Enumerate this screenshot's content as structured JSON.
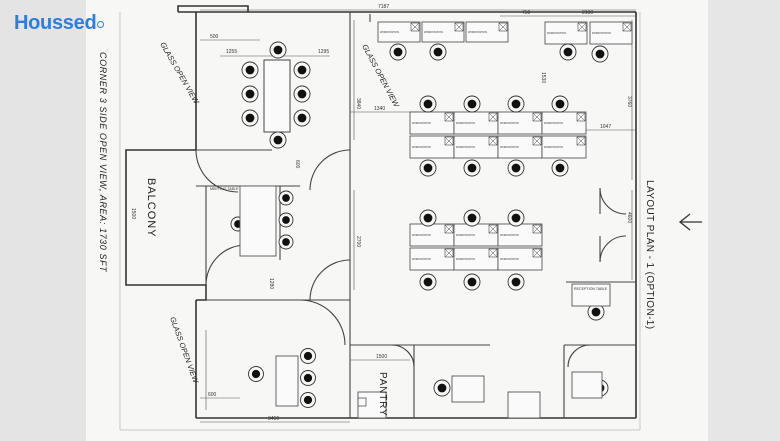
{
  "brand": {
    "name": "Houssed",
    "color": "#2e7de0"
  },
  "plan": {
    "title": "LAYOUT PLAN - 1 (OPTION-1)",
    "side_note": "CORNER 3 SIDE OPEN VIEW, AREA: 1730 SFT",
    "rooms": {
      "balcony": "BALCONY",
      "pantry": "PANTRY"
    },
    "views": {
      "top_left": "GLASS OPEN VIEW",
      "top_center": "GLASS OPEN VIEW",
      "bottom_left": "GLASS OPEN VIEW"
    },
    "dimensions": {
      "top_total": "7187",
      "top_right_a": "750",
      "top_right_b": "2100",
      "left_a": "500",
      "left_b": "1255",
      "left_c": "1295",
      "mid_a": "1340",
      "mid_b": "1047",
      "vert_a": "3840",
      "vert_b": "2700",
      "vert_c": "3760",
      "vert_d": "4600",
      "vert_e": "1530",
      "pantry_a": "1500",
      "bottom_a": "600",
      "bottom_b": "3450",
      "left_vert": "1500",
      "low_a": "600",
      "low_b": "1280"
    },
    "labels": {
      "workstation": "WORKSTATION",
      "conference": "MEETING TABLE",
      "reception": "RECEPTION TABLE"
    }
  }
}
